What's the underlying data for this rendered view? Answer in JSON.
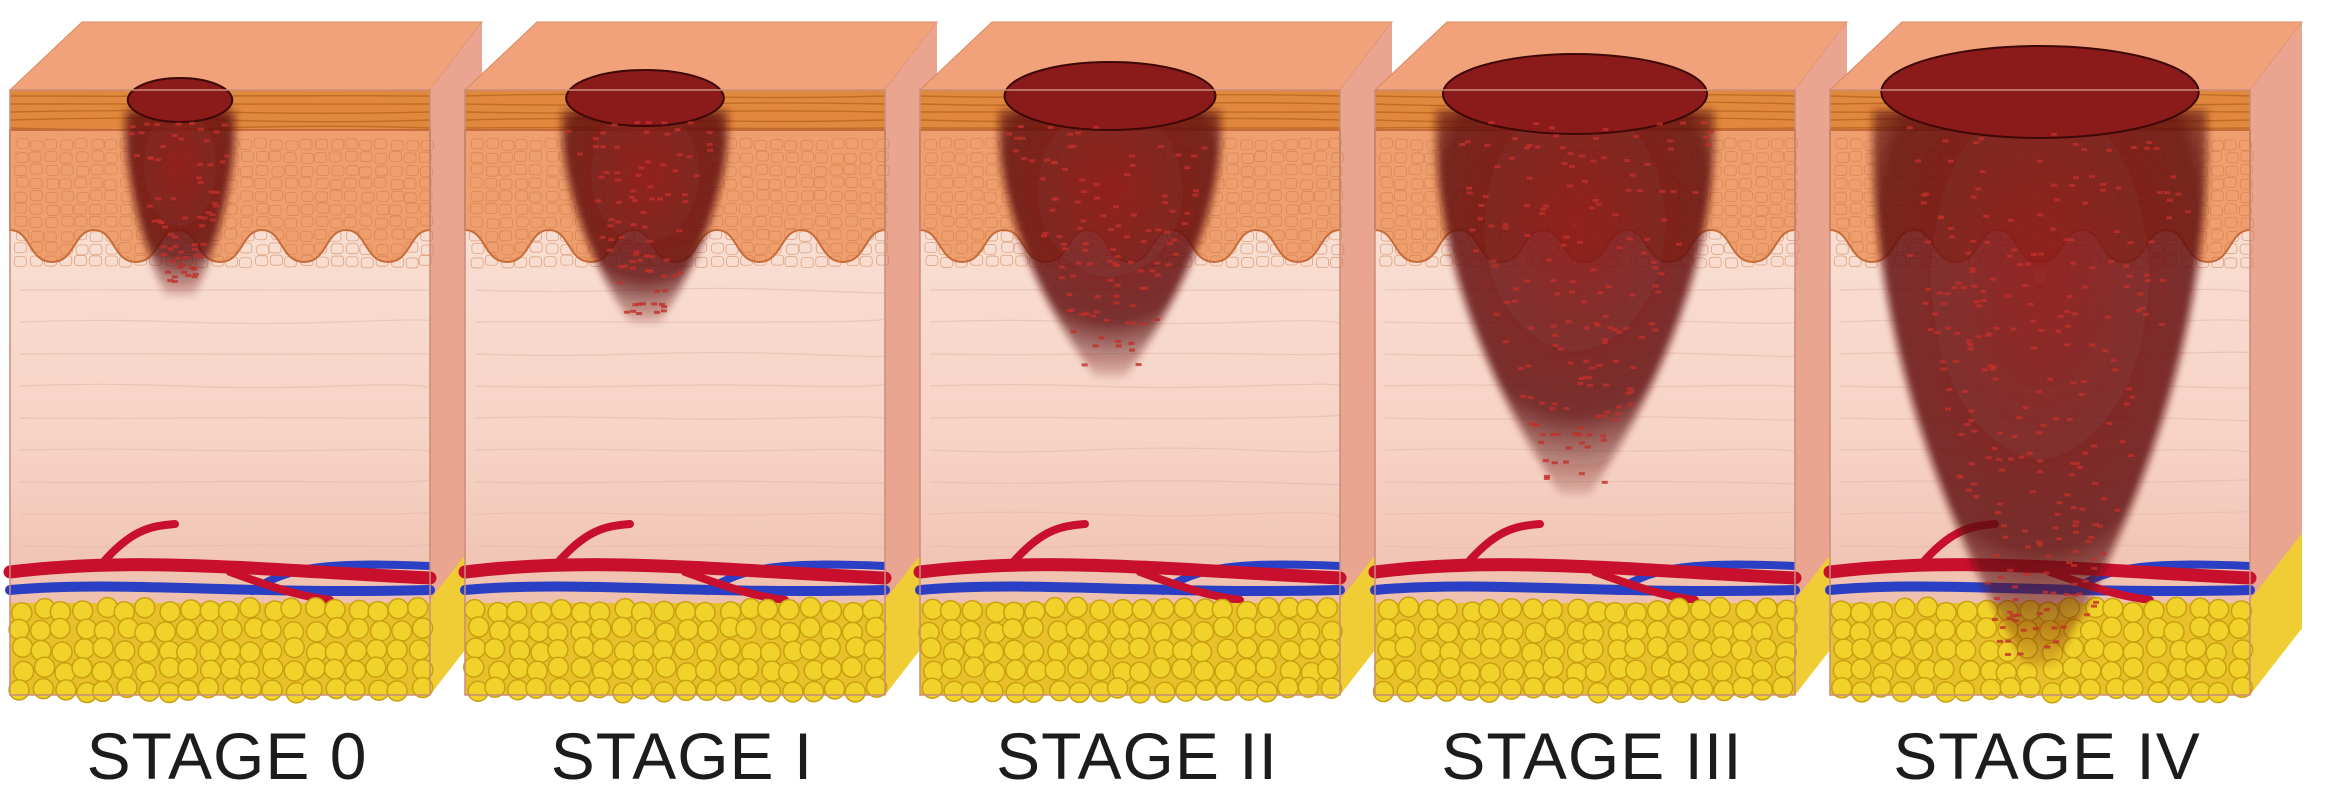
{
  "figure": {
    "panels": [
      {
        "label": "STAGE 0",
        "tumor_depth": 0.18
      },
      {
        "label": "STAGE I",
        "tumor_depth": 0.24
      },
      {
        "label": "STAGE II",
        "tumor_depth": 0.36
      },
      {
        "label": "STAGE III",
        "tumor_depth": 0.62
      },
      {
        "label": "STAGE IV",
        "tumor_depth": 1.0
      }
    ]
  },
  "colors": {
    "epidermis_top": "#f2a27a",
    "epidermis_band": "#e0883e",
    "dermis": "#f6d2c4",
    "dermis_light": "#fae6dc",
    "papillae": "#ef9f6e",
    "artery": "#c8102e",
    "vein": "#2a3fc4",
    "fat": "#f1d22a",
    "fat_shadow": "#c9a010",
    "tumor": "#8b1a1a",
    "tumor_dark": "#5e0f0f",
    "label": "#1c1c1c"
  }
}
